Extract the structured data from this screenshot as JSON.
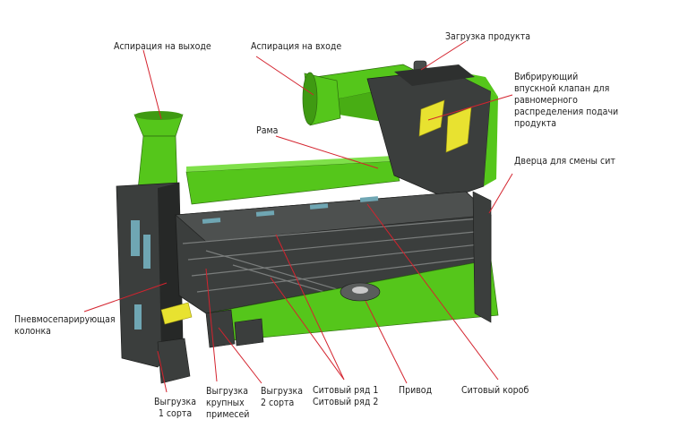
{
  "labels": {
    "aspiration_out": "Аспирация на выходе",
    "aspiration_in": "Аспирация на входе",
    "product_loading": "Загрузка продукта",
    "inlet_valve_lines": [
      "Вибрирующий",
      "впускной клапан для",
      "равномерного",
      "распределения подачи",
      "продукта"
    ],
    "frame": "Рама",
    "sieve_door": "Дверца для смены сит",
    "pneumo_column_lines": [
      "Пневмосепарирующая",
      "колонка"
    ],
    "unload_grade1_lines": [
      "Выгрузка",
      "1 сорта"
    ],
    "unload_impurities_lines": [
      "Выгрузка",
      "крупных",
      "примесей"
    ],
    "unload_grade2_lines": [
      "Выгрузка",
      "2 сорта"
    ],
    "sieve_rows_lines": [
      "Ситовый ряд 1",
      "Ситовый ряд 2"
    ],
    "drive": "Привод",
    "sieve_box": "Ситовый короб"
  },
  "colors": {
    "machine_green": "#55c61b",
    "machine_dark": "#3b3e3d",
    "machine_darker": "#262827",
    "panel_yellow": "#e8e230",
    "window_blue": "#6fa6b3",
    "leader_line": "#d4232e",
    "text": "#1f1f1f"
  }
}
